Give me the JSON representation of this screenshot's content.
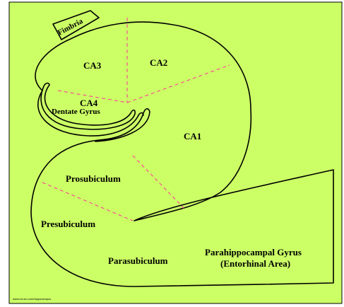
{
  "colors": {
    "background": "#ccff66",
    "frame": "#000000",
    "outline": "#000000",
    "boundary": "#ff3399",
    "page": "#ffffff"
  },
  "labels": {
    "fimbria": "Fimbria",
    "ca3": "CA3",
    "ca2": "CA2",
    "ca4": "CA4",
    "dentate_gyrus": "Dentate Gyrus",
    "ca1": "CA1",
    "prosubiculum": "Prosubiculum",
    "presubiculum": "Presubiculum",
    "parasubiculum": "Parasubiculum",
    "parahippocampal_line1": "Parahippocampal Gyrus",
    "parahippocampal_line2": "(Entorhinal Area)"
  },
  "footer": {
    "text": "www.ed-sm.com/hippocampus"
  }
}
